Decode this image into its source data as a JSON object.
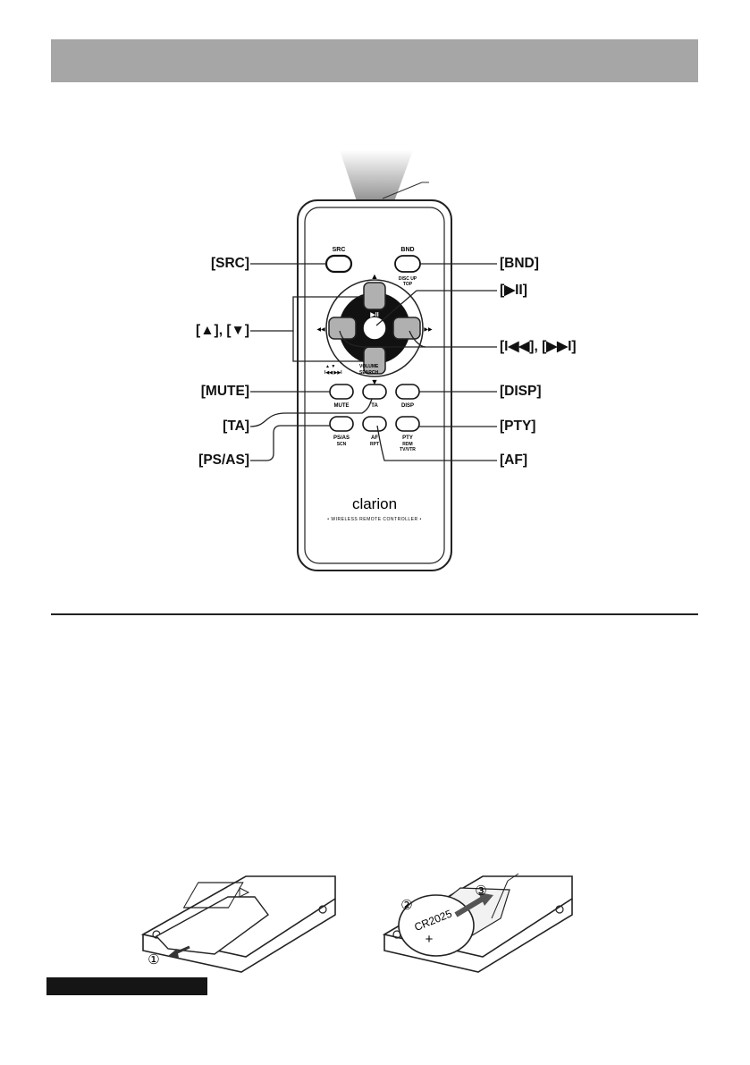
{
  "remote": {
    "brand": "clarion",
    "model_caption": "• WIRELESS REMOTE CONTROLLER •",
    "buttons": {
      "src": "SRC",
      "bnd": "BND",
      "bnd_sub1": "DISC UP",
      "bnd_sub2": "TOP",
      "mute": "MUTE",
      "ta": "TA",
      "disp": "DISP",
      "psas": "PS/AS",
      "psas_sub": "SCN",
      "af": "AF",
      "af_sub": "RPT",
      "pty": "PTY",
      "pty_sub1": "RDM",
      "pty_sub2": "TV/VTR",
      "pad_center": "▶II",
      "pad_up": "▲",
      "pad_down": "▼",
      "pad_left": "◀◀",
      "pad_right": "▶▶",
      "volume_label": "VOLUME",
      "search_label": "SEARCH",
      "volume_arrows": "▲  ▼",
      "search_arrows": "I◀◀ ▶▶I"
    }
  },
  "callouts": {
    "src": "[SRC]",
    "bnd": "[BND]",
    "play_pause": "[▶II]",
    "up_down": "[▲], [▼]",
    "prev_next": "[I◀◀], [▶▶I]",
    "mute": "[MUTE]",
    "disp": "[DISP]",
    "ta": "[TA]",
    "pty": "[PTY]",
    "psas": "[PS/AS]",
    "af": "[AF]"
  },
  "battery": {
    "step1": "①",
    "step2": "②",
    "step3": "③",
    "battery_type": "CR2025",
    "battery_sign": "+"
  }
}
